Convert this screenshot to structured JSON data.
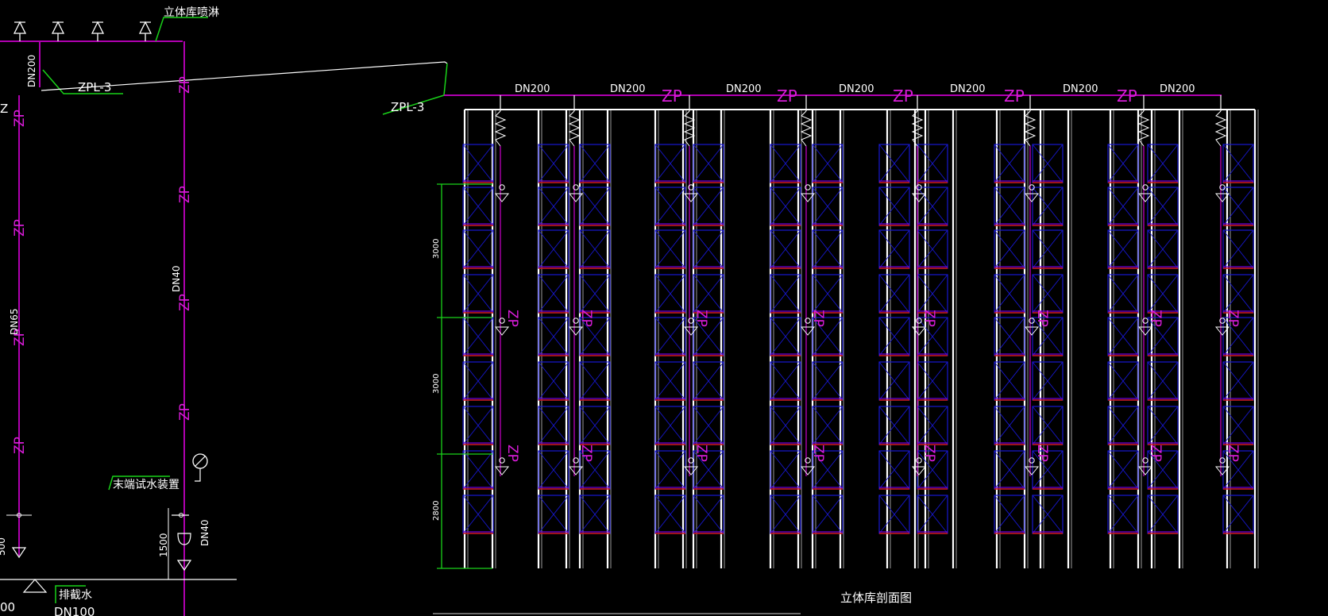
{
  "title_main": "立体库剖面图",
  "left": {
    "top_label": "立体库喷淋",
    "riser_label": "ZPL-3",
    "dn200": "DN200",
    "dn65": "DN65",
    "dn40_a": "DN40",
    "dn40_b": "DN40",
    "terminal_label": "末端试水装置",
    "drain_label": "排截水",
    "dn100": "DN100",
    "dim_1500": "1500",
    "dim_left_cut": "00",
    "dim_left_cut2": "500",
    "zp": "ZP"
  },
  "right": {
    "riser_label": "ZPL-3",
    "dn200_labels": [
      "DN200",
      "DN200",
      "DN200",
      "DN200",
      "DN200",
      "DN200",
      "DN200"
    ],
    "zp_labels": [
      "ZP",
      "ZP",
      "ZP",
      "ZP",
      "ZP"
    ],
    "dims": [
      "3000",
      "3000",
      "2800"
    ]
  },
  "colors": {
    "pipe": "#b000b0",
    "zp_text": "#d81cd8",
    "rack_blue": "#1818d0",
    "rack_frame": "#ffffff",
    "leader": "#19d219",
    "background": "#000000"
  }
}
